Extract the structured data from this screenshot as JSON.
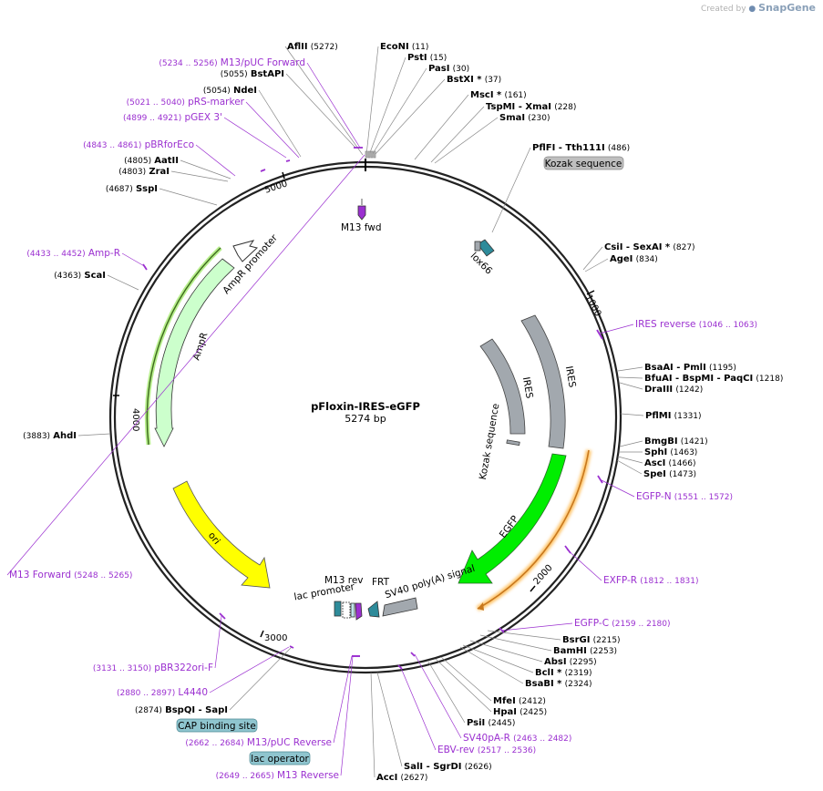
{
  "app": {
    "credit_prefix": "Created by",
    "credit_brand": "SnapGene"
  },
  "plasmid": {
    "name": "pFloxin-IRES-eGFP",
    "size_label": "5274 bp",
    "length": 5274
  },
  "ticks": [
    {
      "pos": 1000,
      "label": "1000"
    },
    {
      "pos": 2000,
      "label": "2000"
    },
    {
      "pos": 3000,
      "label": "3000"
    },
    {
      "pos": 4000,
      "label": "4000"
    },
    {
      "pos": 5000,
      "label": "5000"
    }
  ],
  "colors": {
    "backbone": "#222222",
    "enzyme_text": "#000000",
    "primer_text": "#9b30d0",
    "primer_mark": "#9b30d0",
    "grey_feature": "#a2a8ae",
    "lox": "#2e8b9a",
    "amp": "#ccffcc",
    "ori": "#ffff00",
    "egfp": "#00ee00",
    "exfp": "#ffc469",
    "pill_grey": "#bfbfbf",
    "pill_blue": "#8fc5cf"
  },
  "features": [
    {
      "name": "M13 fwd"
    },
    {
      "name": "lox66"
    },
    {
      "name": "IRES"
    },
    {
      "name": "IRES"
    },
    {
      "name": "Kozak sequence"
    },
    {
      "name": "EGFP"
    },
    {
      "name": "AmpR promoter"
    },
    {
      "name": "AmpR"
    },
    {
      "name": "ori"
    },
    {
      "name": "SV40 poly(A) signal"
    },
    {
      "name": "FRT"
    },
    {
      "name": "M13 rev"
    },
    {
      "name": "lac promoter"
    }
  ],
  "pills": [
    {
      "text": "Kozak sequence"
    },
    {
      "text": "CAP binding site"
    },
    {
      "text": "lac operator"
    }
  ],
  "annotations": [
    {
      "type": "enzyme",
      "name": "AflII",
      "pos": "(5272)"
    },
    {
      "type": "enzyme",
      "name": "EcoNI",
      "pos": "(11)"
    },
    {
      "type": "enzyme",
      "name": "PstI",
      "pos": "(15)"
    },
    {
      "type": "enzyme",
      "name": "PasI",
      "pos": "(30)"
    },
    {
      "type": "enzyme",
      "name": "BstXI *",
      "pos": "(37)"
    },
    {
      "type": "enzyme",
      "name": "MscI *",
      "pos": "(161)"
    },
    {
      "type": "enzyme",
      "name": "TspMI  - XmaI",
      "pos": "(228)"
    },
    {
      "type": "enzyme",
      "name": "SmaI",
      "pos": "(230)"
    },
    {
      "type": "enzyme",
      "name": "PflFI  - Tth111I",
      "pos": "(486)"
    },
    {
      "type": "enzyme",
      "name": "CsiI  - SexAI *",
      "pos": "(827)"
    },
    {
      "type": "enzyme",
      "name": "AgeI",
      "pos": "(834)"
    },
    {
      "type": "primer",
      "name": "IRES reverse",
      "pos": "(1046 .. 1063)"
    },
    {
      "type": "enzyme",
      "name": "BsaAI  - PmlI",
      "pos": "(1195)"
    },
    {
      "type": "enzyme",
      "name": "BfuAI  - BspMI  - PaqCI",
      "pos": "(1218)"
    },
    {
      "type": "enzyme",
      "name": "DraIII",
      "pos": "(1242)"
    },
    {
      "type": "enzyme",
      "name": "PflMI",
      "pos": "(1331)"
    },
    {
      "type": "enzyme",
      "name": "BmgBI",
      "pos": "(1421)"
    },
    {
      "type": "enzyme",
      "name": "SphI",
      "pos": "(1463)"
    },
    {
      "type": "enzyme",
      "name": "AscI",
      "pos": "(1466)"
    },
    {
      "type": "enzyme",
      "name": "SpeI",
      "pos": "(1473)"
    },
    {
      "type": "primer",
      "name": "EGFP-N",
      "pos": "(1551 .. 1572)"
    },
    {
      "type": "primer",
      "name": "EXFP-R",
      "pos": "(1812 .. 1831)"
    },
    {
      "type": "primer",
      "name": "EGFP-C",
      "pos": "(2159 .. 2180)"
    },
    {
      "type": "enzyme",
      "name": "BsrGI",
      "pos": "(2215)"
    },
    {
      "type": "enzyme",
      "name": "BamHI",
      "pos": "(2253)"
    },
    {
      "type": "enzyme",
      "name": "AbsI",
      "pos": "(2295)"
    },
    {
      "type": "enzyme",
      "name": "BclI *",
      "pos": "(2319)"
    },
    {
      "type": "enzyme",
      "name": "BsaBI *",
      "pos": "(2324)"
    },
    {
      "type": "enzyme",
      "name": "MfeI",
      "pos": "(2412)"
    },
    {
      "type": "enzyme",
      "name": "HpaI",
      "pos": "(2425)"
    },
    {
      "type": "enzyme",
      "name": "PsiI",
      "pos": "(2445)"
    },
    {
      "type": "primer",
      "name": "SV40pA-R",
      "pos": "(2463 .. 2482)"
    },
    {
      "type": "primer",
      "name": "EBV-rev",
      "pos": "(2517 .. 2536)"
    },
    {
      "type": "enzyme",
      "name": "SalI  - SgrDI",
      "pos": "(2626)"
    },
    {
      "type": "enzyme",
      "name": "AccI",
      "pos": "(2627)"
    },
    {
      "type": "primer",
      "name": "M13 Reverse",
      "pos": "(2649 .. 2665)"
    },
    {
      "type": "primer",
      "name": "M13/pUC Reverse",
      "pos": "(2662 .. 2684)"
    },
    {
      "type": "enzyme",
      "name": "BspQI  - SapI",
      "pos": "(2874)"
    },
    {
      "type": "primer",
      "name": "L4440",
      "pos": "(2880 .. 2897)"
    },
    {
      "type": "primer",
      "name": "pBR322ori-F",
      "pos": "(3131 .. 3150)"
    },
    {
      "type": "enzyme",
      "name": "AhdI",
      "pos": "(3883)"
    },
    {
      "type": "enzyme",
      "name": "ScaI",
      "pos": "(4363)"
    },
    {
      "type": "primer",
      "name": "Amp-R",
      "pos": "(4433 .. 4452)"
    },
    {
      "type": "enzyme",
      "name": "SspI",
      "pos": "(4687)"
    },
    {
      "type": "enzyme",
      "name": "ZraI",
      "pos": "(4803)"
    },
    {
      "type": "enzyme",
      "name": "AatII",
      "pos": "(4805)"
    },
    {
      "type": "primer",
      "name": "pBRforEco",
      "pos": "(4843 .. 4861)"
    },
    {
      "type": "primer",
      "name": "pGEX 3'",
      "pos": "(4899 .. 4921)"
    },
    {
      "type": "primer",
      "name": "pRS-marker",
      "pos": "(5021 .. 5040)"
    },
    {
      "type": "enzyme",
      "name": "NdeI",
      "pos": "(5054)"
    },
    {
      "type": "enzyme",
      "name": "BstAPI",
      "pos": "(5055)"
    },
    {
      "type": "primer",
      "name": "M13/pUC Forward",
      "pos": "(5234 .. 5256)"
    },
    {
      "type": "primer",
      "name": "M13 Forward",
      "pos": "(5248 .. 5265)"
    }
  ]
}
